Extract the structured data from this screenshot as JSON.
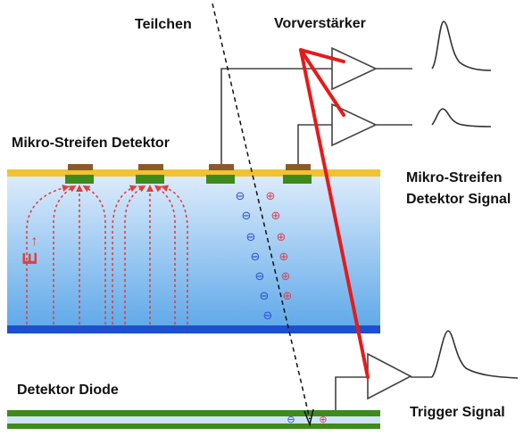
{
  "labels": {
    "particle": "Teilchen",
    "preamp": "Vorverstärker",
    "detector": "Mikro-Streifen Detektor",
    "signal_line1": "Mikro-Streifen",
    "signal_line2": "Detektor Signal",
    "diode": "Detektor Diode",
    "trigger": "Trigger Signal",
    "efield": "E",
    "efield_arrow": "→",
    "electron": "⊖",
    "hole": "⊕"
  },
  "colors": {
    "silicon_top": "#dcebfb",
    "silicon_bottom": "#5fa9e9",
    "backplane": "#1d4fd0",
    "top_strip": "#f2c230",
    "strip_implant": "#3f8a1c",
    "metal_contact": "#8b5a2b",
    "diode_layer": "#3f8a1c",
    "readout_link": "#e51b1b",
    "efield_lines": "#e0403c",
    "electrons": "#2a4fd0",
    "holes": "#d6455c"
  }
}
